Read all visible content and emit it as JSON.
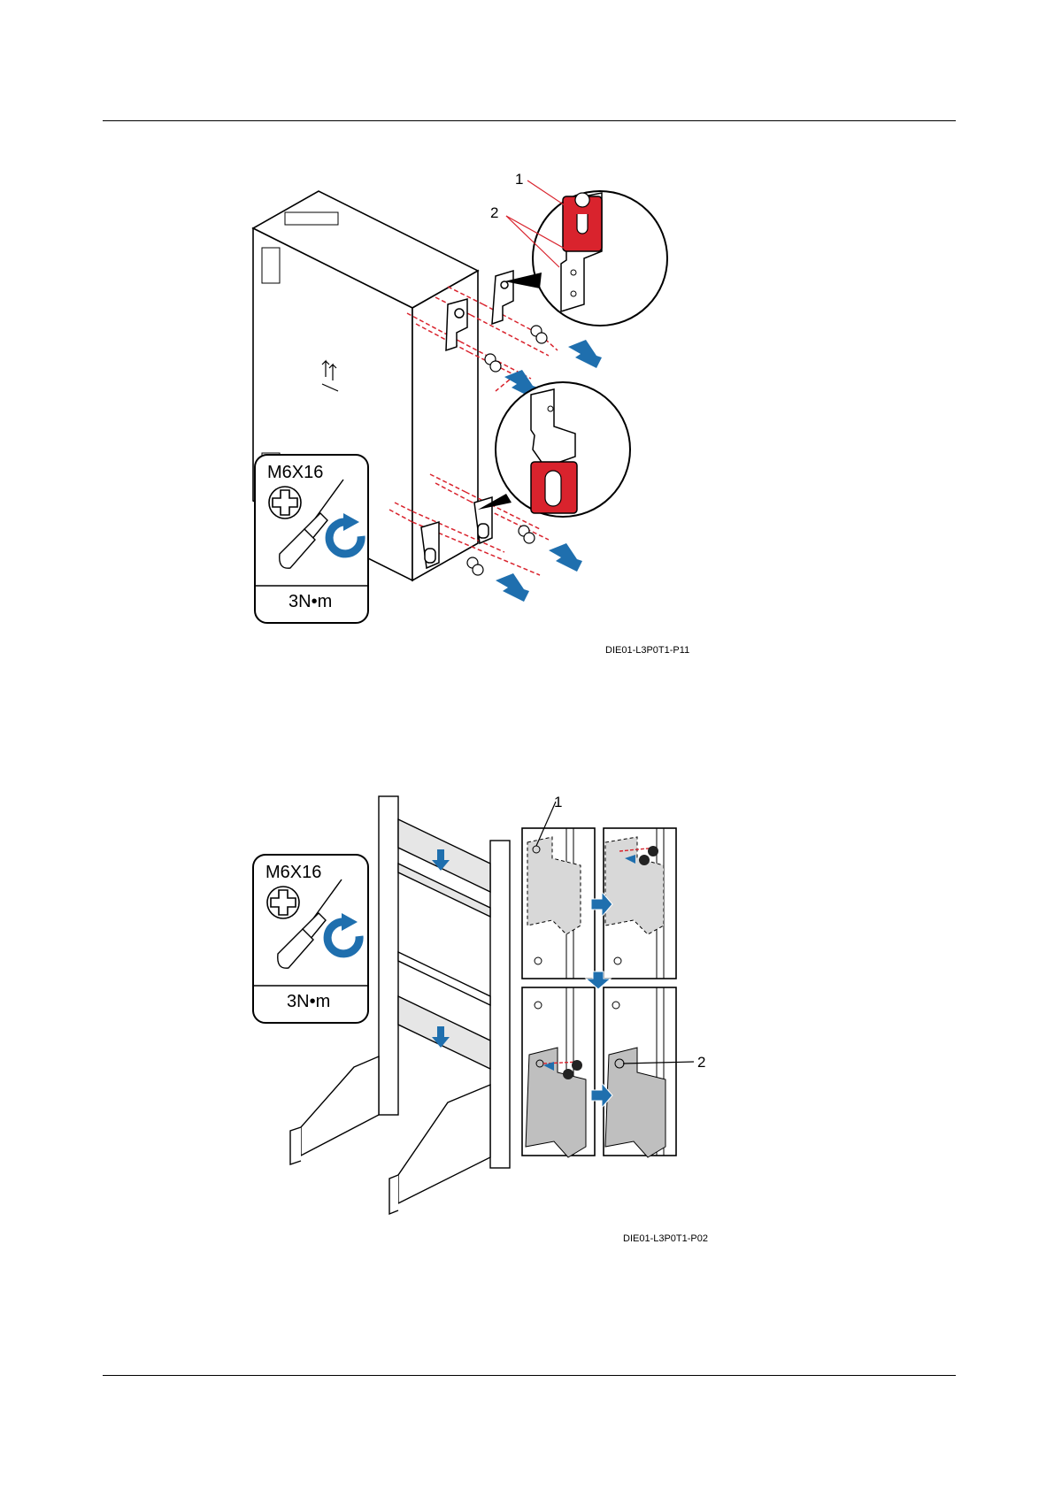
{
  "figure1": {
    "callout_1": "1",
    "callout_2": "2",
    "screw_spec": "M6X16",
    "torque": "3N•m",
    "code": "DIE01-L3P0T1-P11"
  },
  "figure2": {
    "callout_1": "1",
    "callout_2": "2",
    "screw_spec": "M6X16",
    "torque": "3N•m",
    "code": "DIE01-L3P0T1-P02"
  },
  "colors": {
    "bracket_red": "#d9232d",
    "arrow_blue": "#1f6fae",
    "dashed_red": "#d9232d",
    "gray_fill": "#cfcfcf"
  }
}
